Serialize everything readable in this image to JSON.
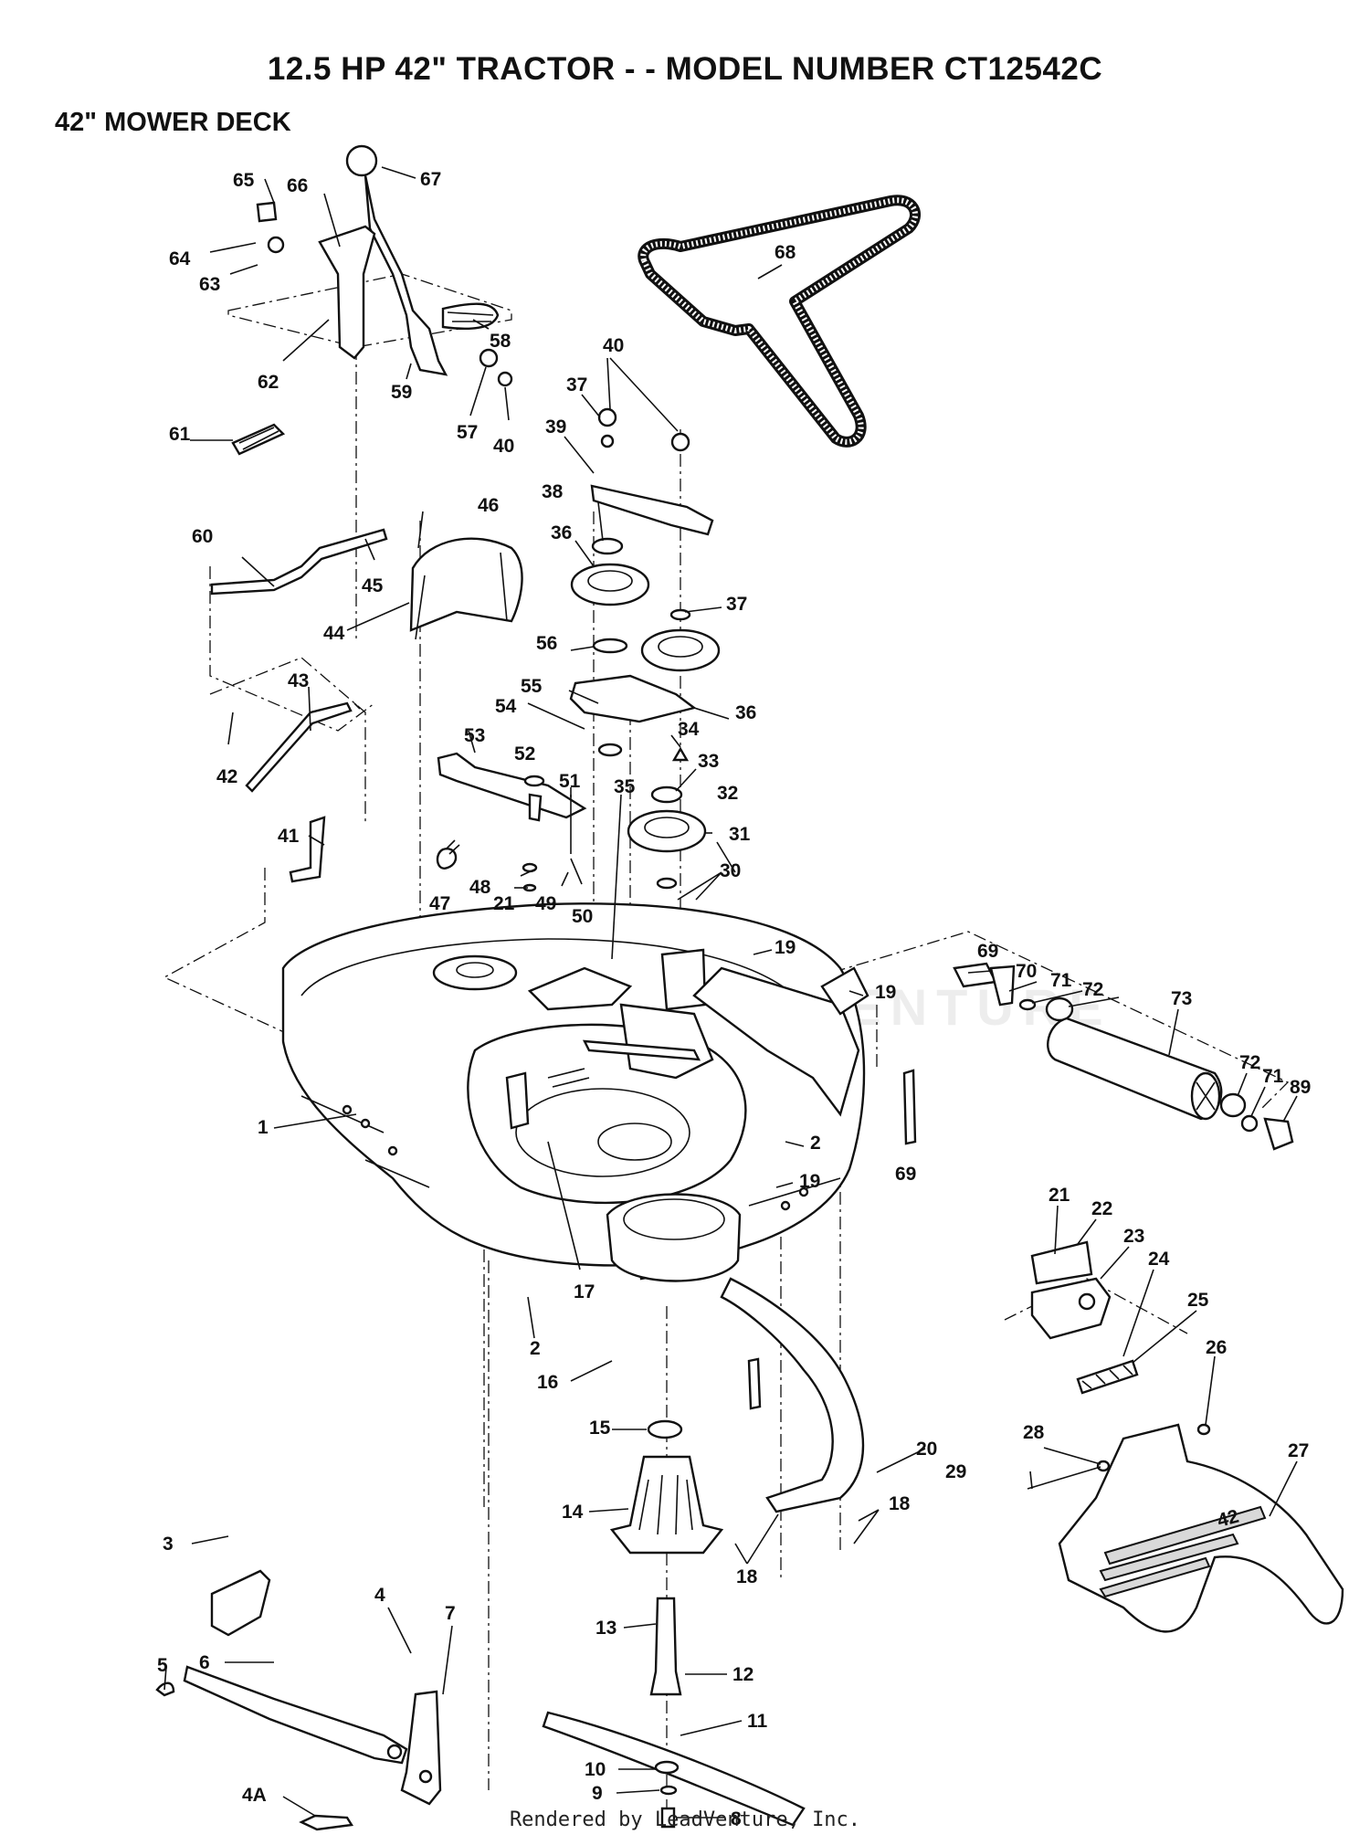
{
  "title": "12.5 HP 42\" TRACTOR - - MODEL NUMBER CT12542C",
  "subtitle": "42\" MOWER DECK",
  "footer": "Rendered by LeadVenture, Inc.",
  "watermark": "VENTURE",
  "callouts": [
    {
      "id": "65",
      "label": "65"
    },
    {
      "id": "66",
      "label": "66"
    },
    {
      "id": "67",
      "label": "67"
    },
    {
      "id": "64",
      "label": "64"
    },
    {
      "id": "63",
      "label": "63"
    },
    {
      "id": "68",
      "label": "68"
    },
    {
      "id": "58",
      "label": "58"
    },
    {
      "id": "62",
      "label": "62"
    },
    {
      "id": "59",
      "label": "59"
    },
    {
      "id": "57",
      "label": "57"
    },
    {
      "id": "40a",
      "label": "40"
    },
    {
      "id": "40b",
      "label": "40"
    },
    {
      "id": "37a",
      "label": "37"
    },
    {
      "id": "39",
      "label": "39"
    },
    {
      "id": "61",
      "label": "61"
    },
    {
      "id": "46",
      "label": "46"
    },
    {
      "id": "38",
      "label": "38"
    },
    {
      "id": "36a",
      "label": "36"
    },
    {
      "id": "60",
      "label": "60"
    },
    {
      "id": "45",
      "label": "45"
    },
    {
      "id": "37b",
      "label": "37"
    },
    {
      "id": "44",
      "label": "44"
    },
    {
      "id": "56",
      "label": "56"
    },
    {
      "id": "55",
      "label": "55"
    },
    {
      "id": "54",
      "label": "54"
    },
    {
      "id": "36b",
      "label": "36"
    },
    {
      "id": "43",
      "label": "43"
    },
    {
      "id": "34",
      "label": "34"
    },
    {
      "id": "53",
      "label": "53"
    },
    {
      "id": "52",
      "label": "52"
    },
    {
      "id": "33",
      "label": "33"
    },
    {
      "id": "51",
      "label": "51"
    },
    {
      "id": "35",
      "label": "35"
    },
    {
      "id": "32",
      "label": "32"
    },
    {
      "id": "42",
      "label": "42"
    },
    {
      "id": "31",
      "label": "31"
    },
    {
      "id": "41",
      "label": "41"
    },
    {
      "id": "30",
      "label": "30"
    },
    {
      "id": "48",
      "label": "48"
    },
    {
      "id": "47",
      "label": "47"
    },
    {
      "id": "21a",
      "label": "21"
    },
    {
      "id": "49",
      "label": "49"
    },
    {
      "id": "50",
      "label": "50"
    },
    {
      "id": "19a",
      "label": "19"
    },
    {
      "id": "69a",
      "label": "69"
    },
    {
      "id": "70",
      "label": "70"
    },
    {
      "id": "71a",
      "label": "71"
    },
    {
      "id": "72a",
      "label": "72"
    },
    {
      "id": "73",
      "label": "73"
    },
    {
      "id": "19b",
      "label": "19"
    },
    {
      "id": "72b",
      "label": "72"
    },
    {
      "id": "71b",
      "label": "71"
    },
    {
      "id": "89",
      "label": "89"
    },
    {
      "id": "1",
      "label": "1"
    },
    {
      "id": "2a",
      "label": "2"
    },
    {
      "id": "69b",
      "label": "69"
    },
    {
      "id": "19c",
      "label": "19"
    },
    {
      "id": "21b",
      "label": "21"
    },
    {
      "id": "22",
      "label": "22"
    },
    {
      "id": "23",
      "label": "23"
    },
    {
      "id": "24",
      "label": "24"
    },
    {
      "id": "25",
      "label": "25"
    },
    {
      "id": "17",
      "label": "17"
    },
    {
      "id": "2b",
      "label": "2"
    },
    {
      "id": "26",
      "label": "26"
    },
    {
      "id": "16",
      "label": "16"
    },
    {
      "id": "15",
      "label": "15"
    },
    {
      "id": "20",
      "label": "20"
    },
    {
      "id": "28",
      "label": "28"
    },
    {
      "id": "27",
      "label": "27"
    },
    {
      "id": "29",
      "label": "29"
    },
    {
      "id": "14",
      "label": "14"
    },
    {
      "id": "18a",
      "label": "18"
    },
    {
      "id": "18b",
      "label": "18"
    },
    {
      "id": "3",
      "label": "3"
    },
    {
      "id": "4",
      "label": "4"
    },
    {
      "id": "7",
      "label": "7"
    },
    {
      "id": "5",
      "label": "5"
    },
    {
      "id": "6",
      "label": "6"
    },
    {
      "id": "13",
      "label": "13"
    },
    {
      "id": "12",
      "label": "12"
    },
    {
      "id": "11",
      "label": "11"
    },
    {
      "id": "4A",
      "label": "4A"
    },
    {
      "id": "10",
      "label": "10"
    },
    {
      "id": "9",
      "label": "9"
    },
    {
      "id": "8",
      "label": "8"
    }
  ],
  "deck_badge": "42"
}
